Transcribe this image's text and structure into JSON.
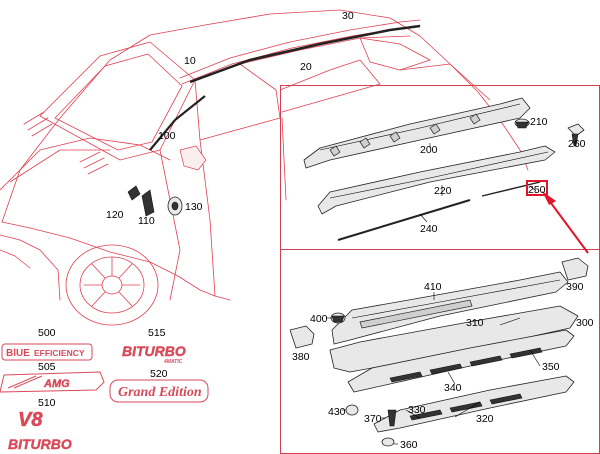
{
  "diagram": {
    "part_numbers": {
      "p10": "10",
      "p20": "20",
      "p30": "30",
      "p100": "100",
      "p110": "110",
      "p120": "120",
      "p130": "130",
      "p200": "200",
      "p210": "210",
      "p220": "220",
      "p240": "240",
      "p250": "250",
      "p260": "260",
      "p300": "300",
      "p310": "310",
      "p320": "320",
      "p330": "330",
      "p340": "340",
      "p350": "350",
      "p360": "360",
      "p370": "370",
      "p380": "380",
      "p390": "390",
      "p400": "400",
      "p410": "410",
      "p430": "430",
      "p500": "500",
      "p505": "505",
      "p510": "510",
      "p515": "515",
      "p520": "520"
    },
    "emblems": {
      "blue_efficiency_a": "BlUE",
      "blue_efficiency_b": "EFFICIENCY",
      "biturbo_large": "BITURBO",
      "biturbo_small": "4MATIC",
      "amg": "AMG",
      "grand_edition": "Grand Edition",
      "v8": "V8",
      "v8_biturbo": "BITURBO"
    },
    "colors": {
      "highlight": "#e0142a",
      "car_outline": "#e04050",
      "panel_frame": "#d04050"
    }
  }
}
